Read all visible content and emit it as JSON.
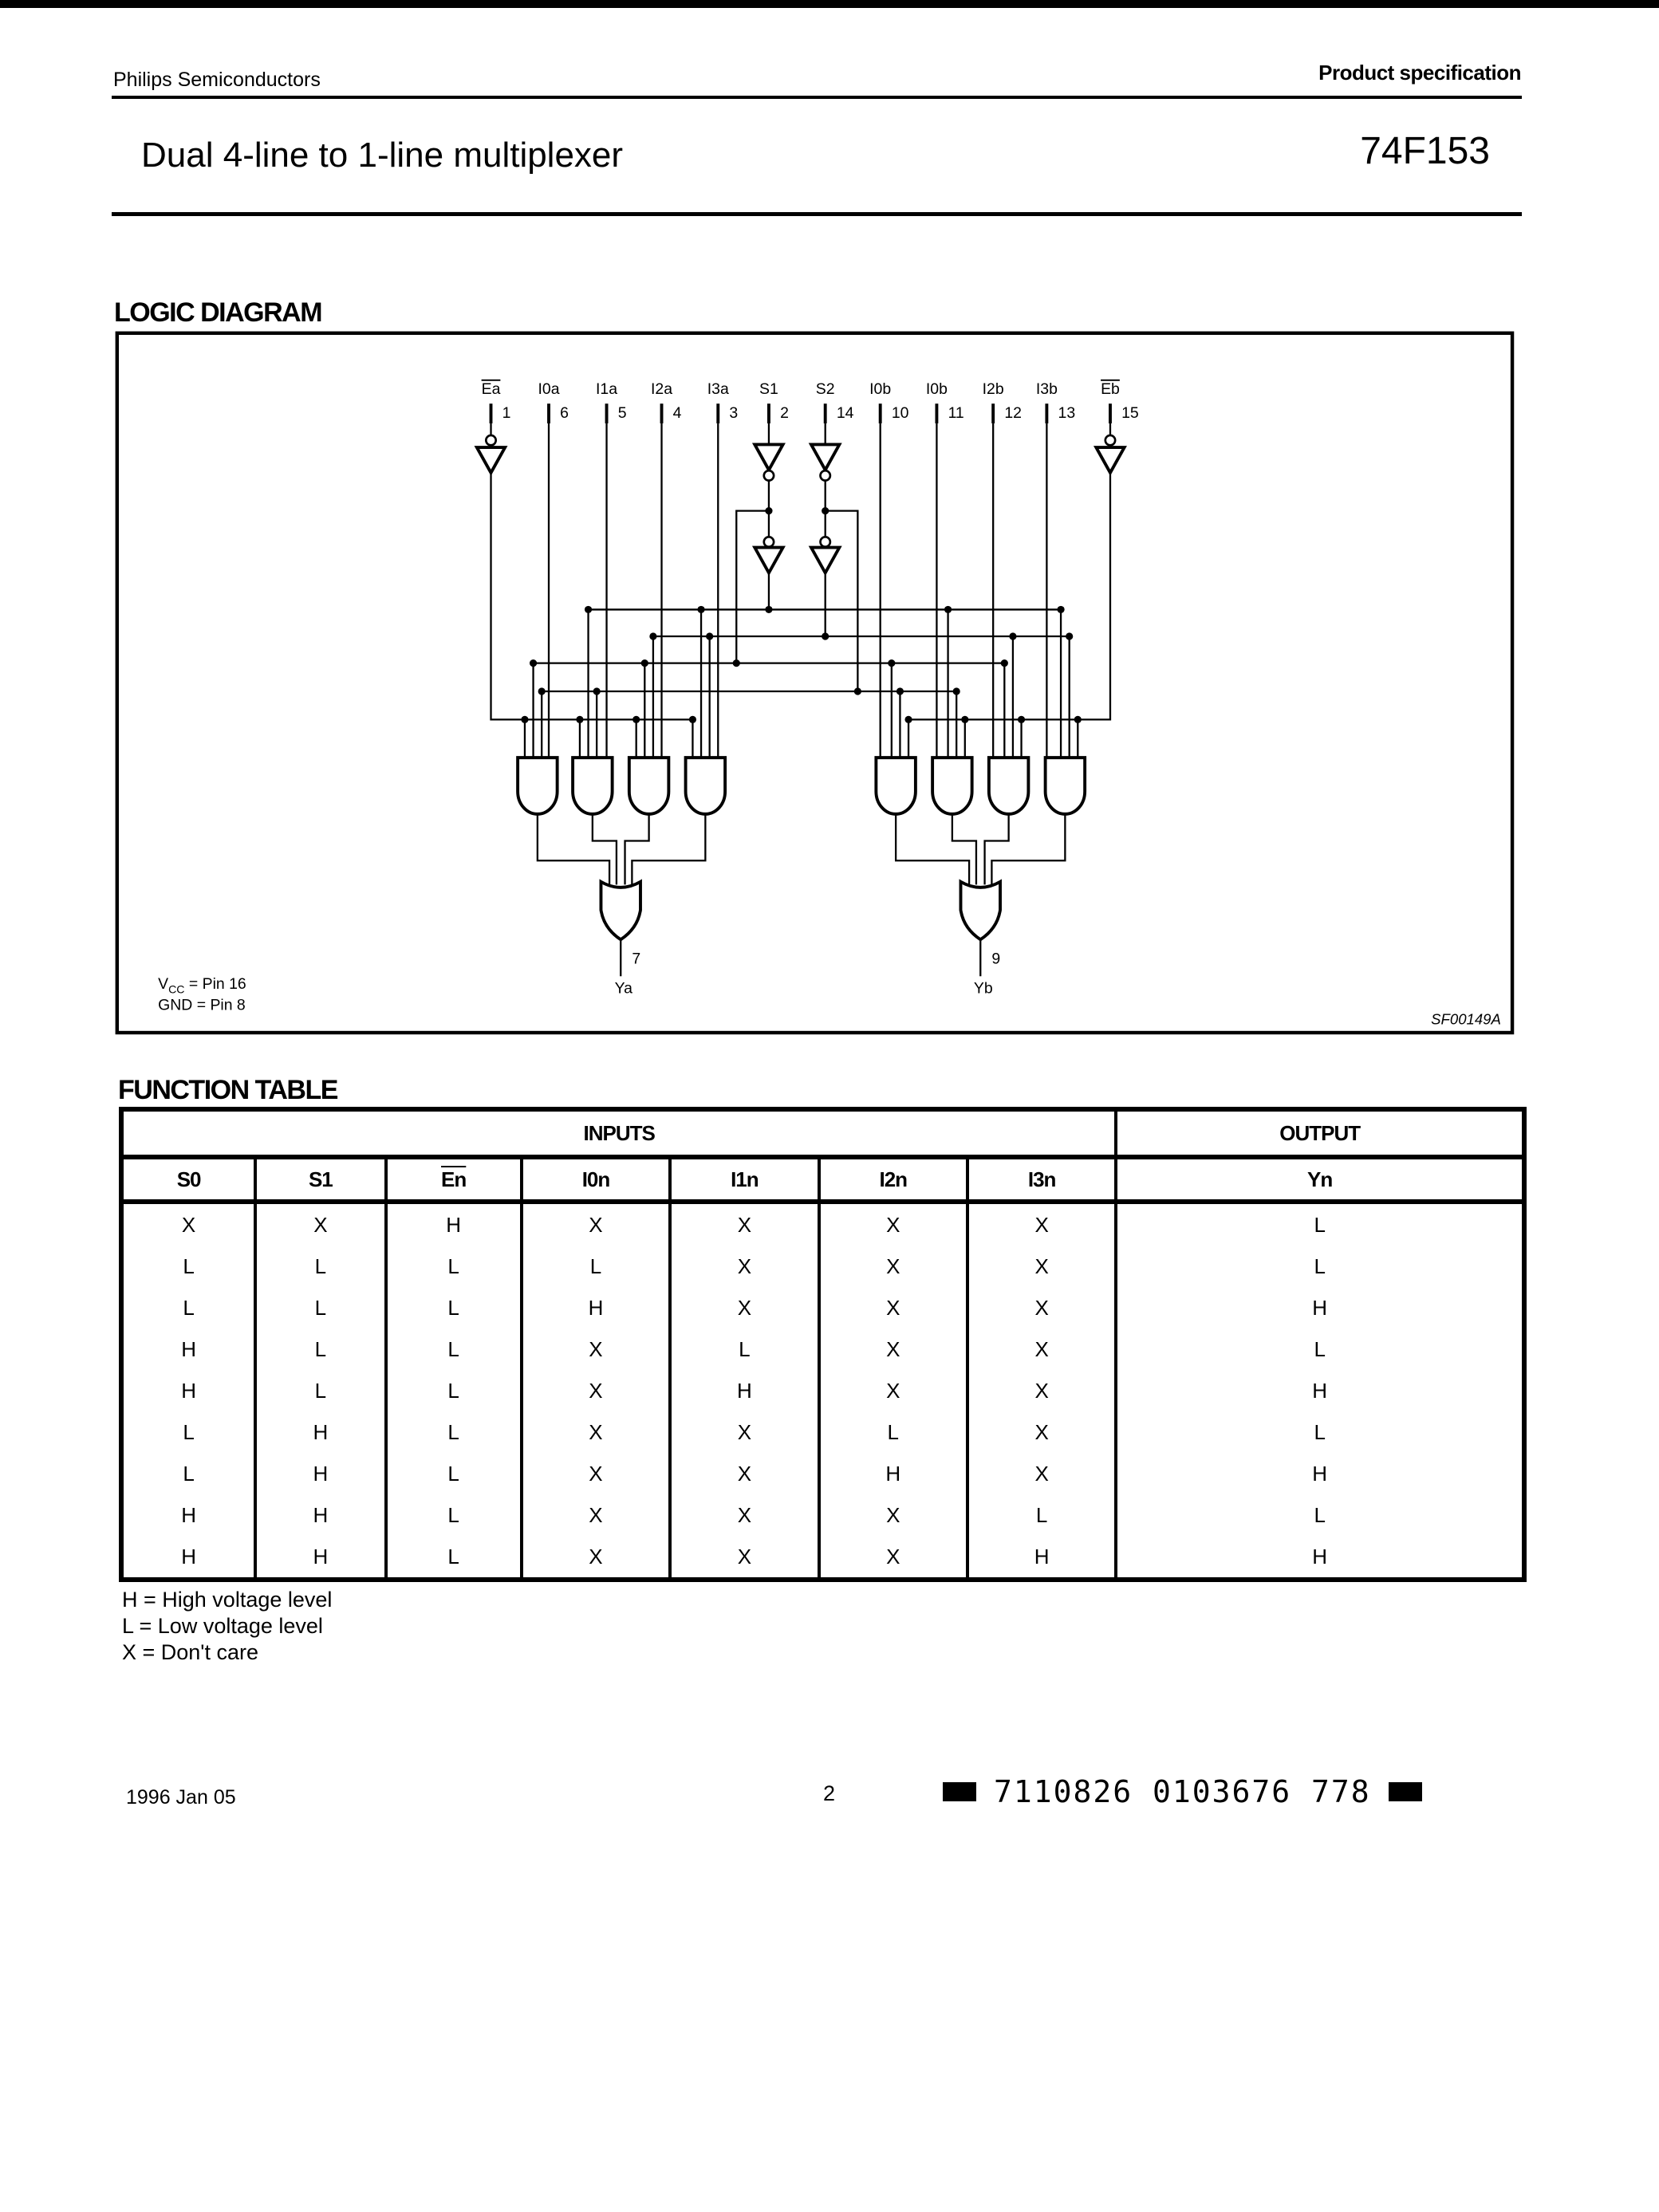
{
  "header": {
    "company": "Philips Semiconductors",
    "doc_type": "Product specification",
    "title": "Dual 4-line to 1-line multiplexer",
    "part_number": "74F153"
  },
  "logic_diagram": {
    "heading": "LOGIC DIAGRAM",
    "inputs": [
      {
        "label": "Ea",
        "pin": "1",
        "overbar": true
      },
      {
        "label": "I0a",
        "pin": "6"
      },
      {
        "label": "I1a",
        "pin": "5"
      },
      {
        "label": "I2a",
        "pin": "4"
      },
      {
        "label": "I3a",
        "pin": "3"
      },
      {
        "label": "S1",
        "pin": "2"
      },
      {
        "label": "S2",
        "pin": "14"
      },
      {
        "label": "I0b",
        "pin": "10"
      },
      {
        "label": "I0b",
        "pin": "11"
      },
      {
        "label": "I2b",
        "pin": "12"
      },
      {
        "label": "I3b",
        "pin": "13"
      },
      {
        "label": "Eb",
        "pin": "15",
        "overbar": true
      }
    ],
    "outputs": [
      {
        "label": "Ya",
        "pin": "7"
      },
      {
        "label": "Yb",
        "pin": "9"
      }
    ],
    "power_note": {
      "vcc_main": "V",
      "vcc_sub": "CC",
      "vcc_rest": " = Pin 16",
      "gnd": "GND = Pin 8"
    },
    "figure_id": "SF00149A"
  },
  "function_table": {
    "heading": "FUNCTION TABLE",
    "group_inputs": "INPUTS",
    "group_output": "OUTPUT",
    "columns": [
      "S0",
      "S1",
      "En",
      "I0n",
      "I1n",
      "I2n",
      "I3n",
      "Yn"
    ],
    "rows": [
      [
        "X",
        "X",
        "H",
        "X",
        "X",
        "X",
        "X",
        "L"
      ],
      [
        "L",
        "L",
        "L",
        "L",
        "X",
        "X",
        "X",
        "L"
      ],
      [
        "L",
        "L",
        "L",
        "H",
        "X",
        "X",
        "X",
        "H"
      ],
      [
        "H",
        "L",
        "L",
        "X",
        "L",
        "X",
        "X",
        "L"
      ],
      [
        "H",
        "L",
        "L",
        "X",
        "H",
        "X",
        "X",
        "H"
      ],
      [
        "L",
        "H",
        "L",
        "X",
        "X",
        "L",
        "X",
        "L"
      ],
      [
        "L",
        "H",
        "L",
        "X",
        "X",
        "H",
        "X",
        "H"
      ],
      [
        "H",
        "H",
        "L",
        "X",
        "X",
        "X",
        "L",
        "L"
      ],
      [
        "H",
        "H",
        "L",
        "X",
        "X",
        "X",
        "H",
        "H"
      ]
    ],
    "notes": [
      "H = High voltage level",
      "L = Low voltage level",
      "X = Don't care"
    ]
  },
  "footer": {
    "date": "1996 Jan 05",
    "page": "2",
    "barcode_text": "7110826 0103676 778"
  }
}
